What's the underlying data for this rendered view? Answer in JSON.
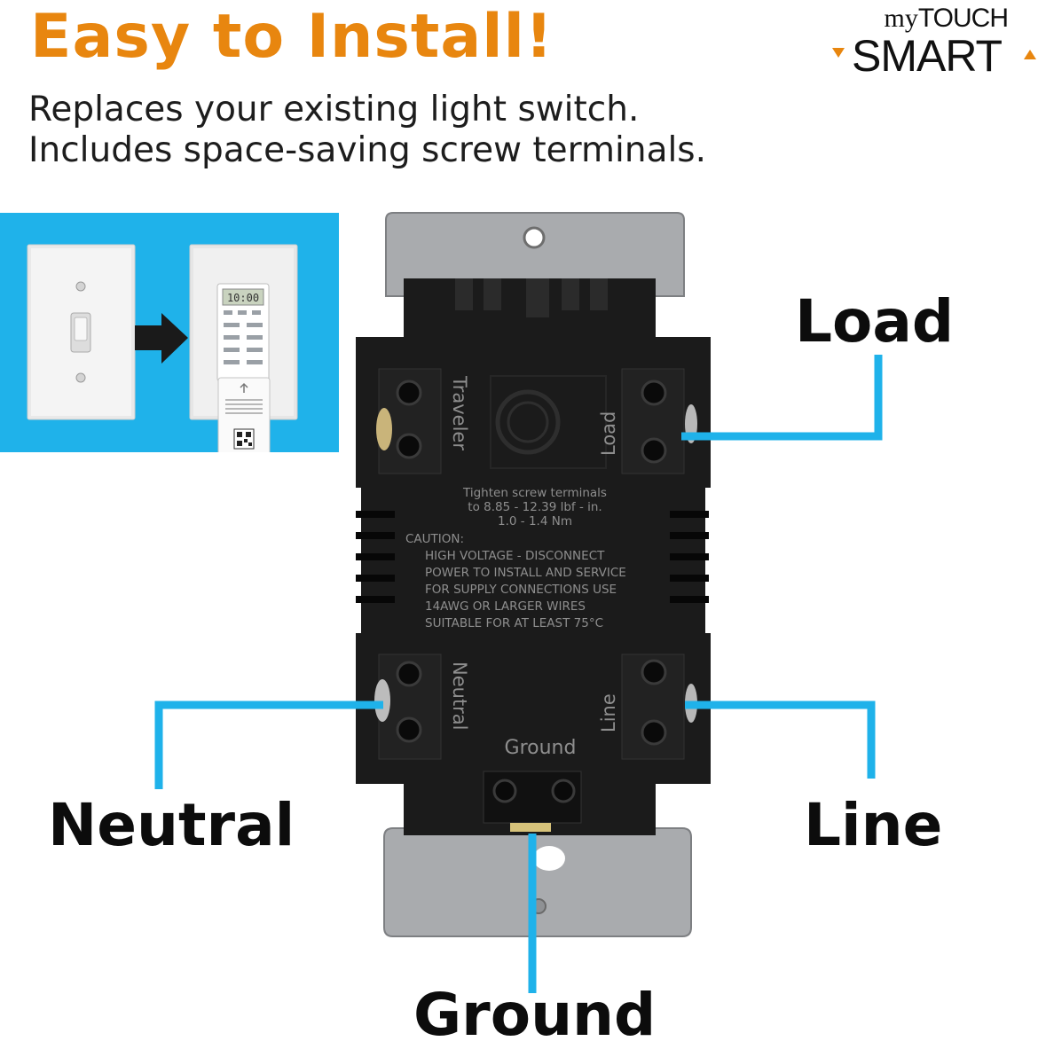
{
  "headline": "Easy to Install!",
  "subtitle_lines": [
    "Replaces your existing light switch.",
    "Includes space-saving screw terminals."
  ],
  "logo": {
    "prefix": "my",
    "top_word": "TOUCH",
    "bottom_word": "SMART"
  },
  "terminal_labels": {
    "load": "Load",
    "line": "Line",
    "neutral": "Neutral",
    "ground": "Ground"
  },
  "device": {
    "body_labels": {
      "traveler": "Traveler",
      "load": "Load",
      "neutral": "Neutral",
      "line": "Line",
      "ground": "Ground"
    },
    "torque_lines": [
      "Tighten screw terminals",
      "to 8.85 - 12.39 lbf - in.",
      "1.0 - 1.4 Nm"
    ],
    "caution_title": "CAUTION:",
    "caution_lines": [
      "HIGH VOLTAGE - DISCONNECT",
      "POWER TO INSTALL AND SERVICE",
      "FOR SUPPLY CONNECTIONS USE",
      "14AWG OR LARGER WIRES",
      "SUITABLE FOR AT LEAST 75°C"
    ]
  },
  "panel": {
    "lcd_text": "10:00"
  },
  "colors": {
    "accent_orange": "#e8860f",
    "callout_blue": "#1fb2ea",
    "device_black": "#1a1a1a",
    "strap_gray": "#a9abae"
  }
}
